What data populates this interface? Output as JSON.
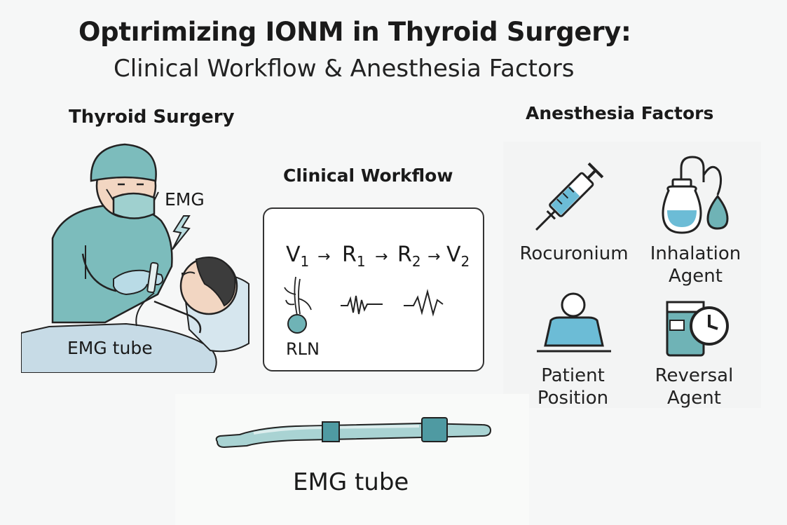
{
  "title": "Optırimizing IONM in Thyroid Surgery:",
  "subtitle": "Clinical Workflow & Anesthesia Factors",
  "surgery": {
    "heading": "Thyroid Surgery",
    "emg_label": "EMG",
    "tube_label": "EMG tube"
  },
  "workflow": {
    "heading": "Clinical Workflow",
    "steps": [
      {
        "base": "V",
        "sub": "1"
      },
      {
        "base": "R",
        "sub": "1"
      },
      {
        "base": "R",
        "sub": "2"
      },
      {
        "base": "V",
        "sub": "2"
      }
    ],
    "arrow": "→",
    "nerve_label": "RLN"
  },
  "anesthesia": {
    "heading": "Anesthesia Factors",
    "factors": [
      {
        "line1": "Rocuronium",
        "line2": "",
        "icon": "syringe-icon"
      },
      {
        "line1": "Inhalation",
        "line2": "Agent",
        "icon": "inhalation-bottle-icon"
      },
      {
        "line1": "Patient",
        "line2": "Position",
        "icon": "patient-position-icon"
      },
      {
        "line1": "Reversal",
        "line2": "Agent",
        "icon": "reversal-timer-icon"
      }
    ]
  },
  "bottom": {
    "tube_label": "EMG tube"
  },
  "colors": {
    "teal_light": "#a9d3d3",
    "teal": "#6fb3b6",
    "teal_dark": "#3f8c92",
    "blue_icon": "#6cbcd6",
    "bed_blue": "#c7dbe6",
    "outline": "#222222"
  }
}
